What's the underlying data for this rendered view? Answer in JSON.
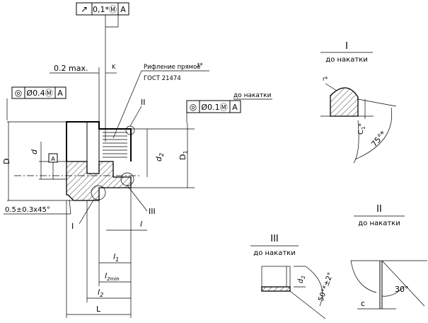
{
  "top_frame": {
    "symbol": "↗",
    "tolerance": "0,1*Ⓜ",
    "datum": "A"
  },
  "left_frame": {
    "symbol": "◎",
    "tolerance": "Ø0.4Ⓜ",
    "datum": "A"
  },
  "right_frame": {
    "title": "до накатки",
    "symbol": "◎",
    "tolerance": "Ø0.1Ⓜ",
    "datum": "A"
  },
  "knurl_note": {
    "line1": "Рифление прямое",
    "param": "t*",
    "line2": "ГОСТ 21474"
  },
  "dims": {
    "max_gap": "0.2 max.",
    "k": "K",
    "D": "D",
    "d": "d",
    "datum_a": "A",
    "d2": "d",
    "d2_sub": "2",
    "D1": "D",
    "D1_sub": "1",
    "chamfer": "0.5±0.3x45°",
    "l": "l",
    "l1": "l",
    "l1_sub": "1",
    "l2min": "l",
    "l2min_sub": "2min",
    "l2": "l",
    "l2_sub": "2",
    "L": "L"
  },
  "callouts": {
    "c1": "I",
    "c2": "II",
    "c3": "III"
  },
  "detail_I": {
    "title": "I",
    "subtitle": "до накатки",
    "r_label": "r*",
    "c_label": "C",
    "c_sub": "1",
    "c_star": "*",
    "angle": "75°*"
  },
  "detail_II": {
    "title": "II",
    "subtitle": "до  накатки",
    "angle": "30°",
    "c_label": "c"
  },
  "detail_III": {
    "title": "III",
    "subtitle": "до  накатки",
    "d2": "d",
    "d2_sub": "2",
    "angle": "50°*±2°"
  }
}
